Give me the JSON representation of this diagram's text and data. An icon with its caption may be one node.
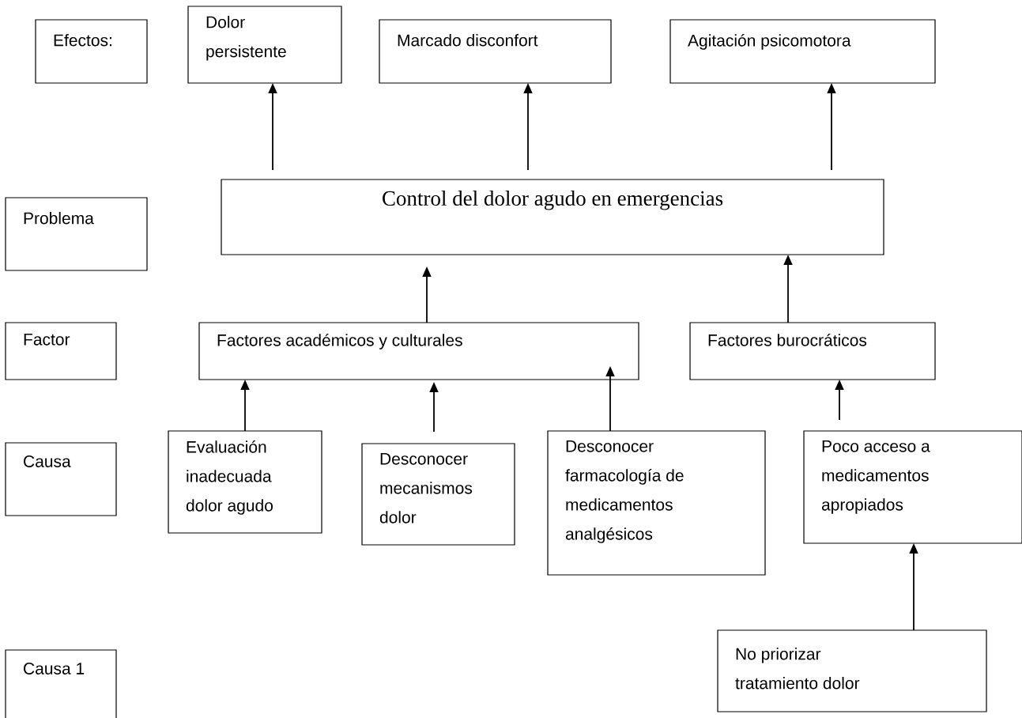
{
  "diagram": {
    "nodes": [
      {
        "text": [
          "Efectos:"
        ]
      },
      {
        "text": [
          "Dolor persistente"
        ]
      },
      {
        "text": [
          "Marcado disconfort"
        ]
      },
      {
        "text": [
          "Agitación psicomotora"
        ]
      },
      {
        "text": [
          "Problema"
        ]
      },
      {
        "text": [
          "Control del dolor agudo en emergencias"
        ]
      },
      {
        "text": [
          "Factor"
        ]
      },
      {
        "text": [
          "Factores  académicos  y  culturales"
        ]
      },
      {
        "text": [
          "Factores burocráticos"
        ]
      },
      {
        "text": [
          "Causa"
        ]
      },
      {
        "text": [
          "Evaluación inadecuada dolor  agudo"
        ]
      },
      {
        "text": [
          "Desconocer mecanismos dolor"
        ]
      },
      {
        "text": [
          "Desconocer farmacología  de medicamentos analgésicos"
        ]
      },
      {
        "text": [
          "Poco  acceso a medicamentos apropiados"
        ]
      },
      {
        "text": [
          "Causa  1"
        ]
      },
      {
        "text": [
          "No  priorizar tratamiento dolor"
        ]
      }
    ],
    "edges": [
      {
        "from": 5,
        "to": 1,
        "arrow": "to"
      },
      {
        "from": 5,
        "to": 2,
        "arrow": "to"
      },
      {
        "from": 5,
        "to": 3,
        "arrow": "to"
      },
      {
        "from": 7,
        "to": 5,
        "arrow": "to"
      },
      {
        "from": 8,
        "to": 5,
        "arrow": "to"
      },
      {
        "from": 10,
        "to": 7,
        "arrow": "to"
      },
      {
        "from": 11,
        "to": 7,
        "arrow": "to"
      },
      {
        "from": 12,
        "to": 7,
        "arrow": "to"
      },
      {
        "from": 13,
        "to": 8,
        "arrow": "to"
      },
      {
        "from": 15,
        "to": 13,
        "arrow": "to"
      }
    ]
  }
}
